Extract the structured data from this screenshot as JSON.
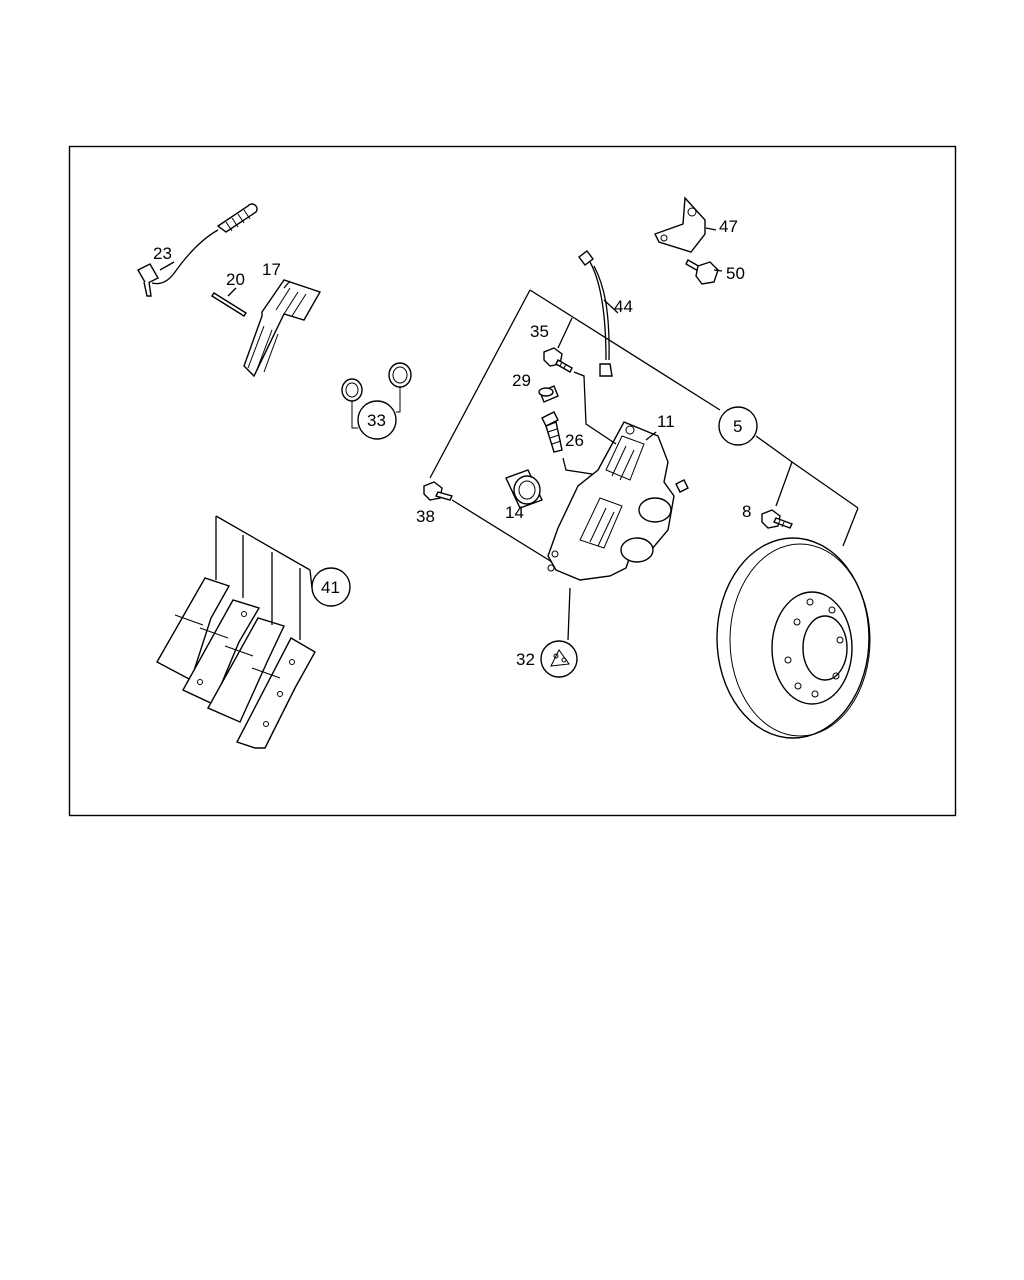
{
  "diagram": {
    "callouts": [
      {
        "id": "23",
        "text": "23"
      },
      {
        "id": "20",
        "text": "20"
      },
      {
        "id": "17",
        "text": "17"
      },
      {
        "id": "44",
        "text": "44"
      },
      {
        "id": "47",
        "text": "47"
      },
      {
        "id": "50",
        "text": "50"
      },
      {
        "id": "35",
        "text": "35"
      },
      {
        "id": "29",
        "text": "29"
      },
      {
        "id": "26",
        "text": "26"
      },
      {
        "id": "11",
        "text": "11"
      },
      {
        "id": "5",
        "text": "5"
      },
      {
        "id": "33",
        "text": "33"
      },
      {
        "id": "38",
        "text": "38"
      },
      {
        "id": "14",
        "text": "14"
      },
      {
        "id": "8",
        "text": "8"
      },
      {
        "id": "41",
        "text": "41"
      },
      {
        "id": "32",
        "text": "32"
      }
    ]
  }
}
